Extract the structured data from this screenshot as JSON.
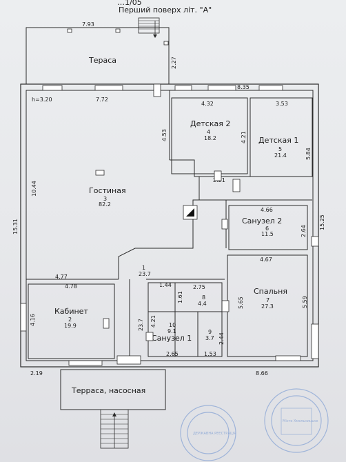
{
  "header": {
    "title_top": "…1/05",
    "title": "Перший поверх літ. \"А\""
  },
  "rooms": {
    "terrace_top": {
      "label": "Тераса"
    },
    "living": {
      "label": "Гостиная",
      "num": "3",
      "area": "82.2"
    },
    "det2": {
      "label": "Детская 2",
      "num": "4",
      "area": "18.2"
    },
    "det1": {
      "label": "Детская 1",
      "num": "5",
      "area": "21.4"
    },
    "san2": {
      "label": "Санузел 2",
      "num": "6",
      "area": "11.5"
    },
    "hall": {
      "num": "1",
      "area": "23.7"
    },
    "spal": {
      "label": "Спальня",
      "num": "7",
      "area": "27.3"
    },
    "kab": {
      "label": "Кабинет",
      "num": "2",
      "area": "19.9"
    },
    "r8": {
      "num": "8",
      "area": "4.4"
    },
    "r9": {
      "num": "9",
      "area": "3.7"
    },
    "san1": {
      "label": "Санузел 1",
      "num": "10",
      "area": "9.1"
    },
    "terrace_bottom": {
      "label": "Терраса, насосная"
    }
  },
  "dimensions": {
    "d793": "7.93",
    "d227": "2.27",
    "d835": "8.35",
    "h": "h=3.20",
    "d772": "7.72",
    "d432": "4.32",
    "d353": "3.53",
    "d453": "4.53",
    "d421a": "4.21",
    "d584": "5.84",
    "d1044": "10.44",
    "d221": "2.21",
    "d1531": "15.31",
    "d466": "4.66",
    "d1525": "15.25",
    "d264": "2.64",
    "d477": "4.77",
    "d467": "4.67",
    "d478": "4.78",
    "d144": "1.44",
    "d275": "2.75",
    "d161": "1.61",
    "d565": "5.65",
    "d559": "5.59",
    "d416": "4.16",
    "d237": "23.7",
    "d421b": "4.21",
    "d244": "2.44",
    "d265": "2.65",
    "d153": "1.53",
    "d219": "2.19",
    "d866": "8.66"
  },
  "stamps": {
    "left_text": "ДЕРЖАВНА РЕЄСТРАЦІЯ",
    "right_text": "Місто Хмельницьке"
  }
}
